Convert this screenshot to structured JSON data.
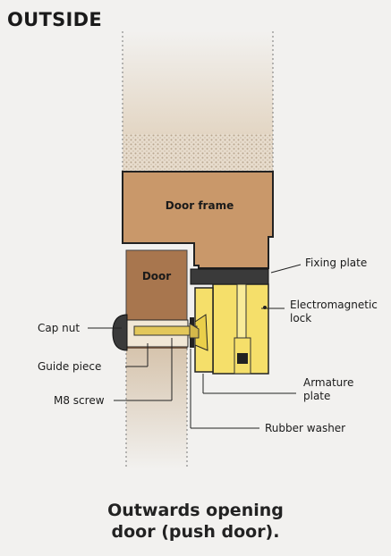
{
  "heading": "OUTSIDE",
  "labels": {
    "door_frame": "Door frame",
    "door": "Door",
    "fixing_plate": "Fixing plate",
    "electromagnetic_line1": "Electromagnetic",
    "electromagnetic_line2": "lock",
    "cap_nut": "Cap nut",
    "guide_piece": "Guide piece",
    "m8_screw": "M8 screw",
    "armature_line1": "Armature",
    "armature_line2": "plate",
    "rubber_washer": "Rubber washer"
  },
  "caption": {
    "line1": "Outwards opening",
    "line2": "door (push door)."
  },
  "colors": {
    "frame": "#c9986a",
    "door": "#a8764e",
    "lock": "#f5df6a",
    "fixing_plate": "#3a3a3a",
    "background": "#f2f1ef"
  }
}
